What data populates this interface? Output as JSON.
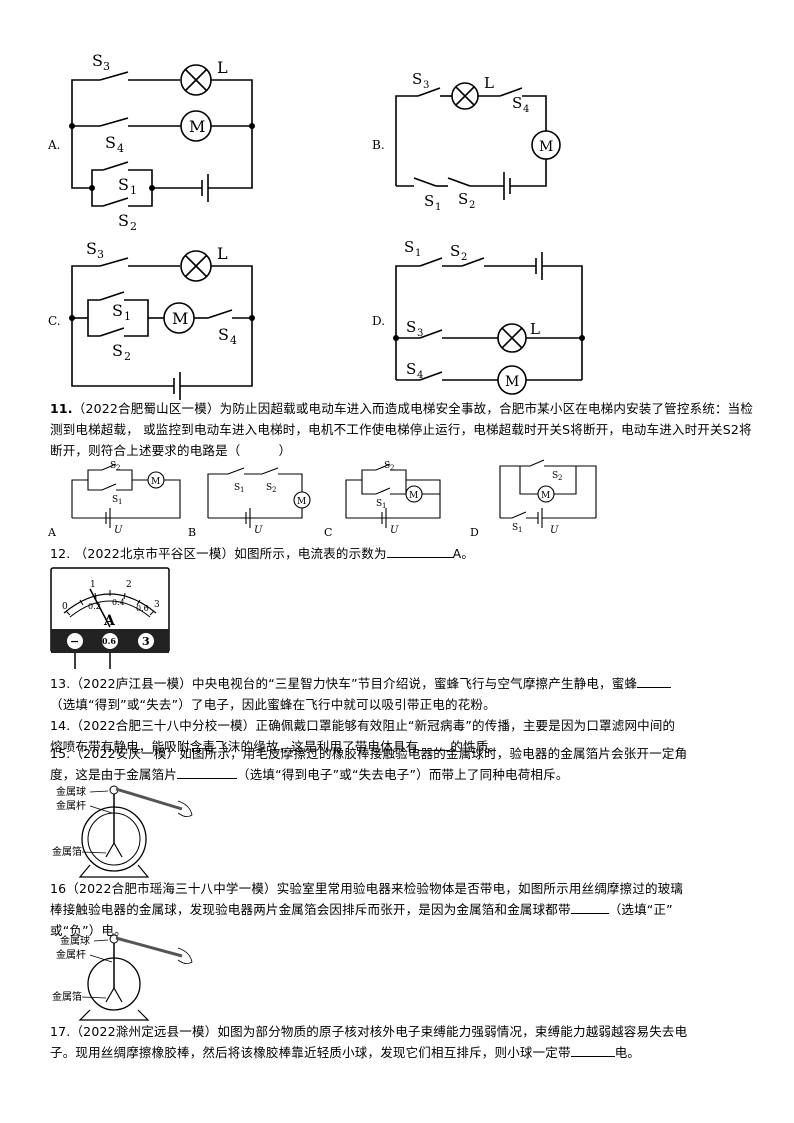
{
  "circuits_top": {
    "A": {
      "option": "A.",
      "labels": {
        "s3": "S",
        "s3sub": "3",
        "L": "L",
        "M": "M",
        "s4": "S",
        "s4sub": "4",
        "s1": "S",
        "s1sub": "1",
        "s2": "S",
        "s2sub": "2"
      }
    },
    "B": {
      "option": "B.",
      "labels": {
        "s3": "S",
        "s3sub": "3",
        "L": "L",
        "s4": "S",
        "s4sub": "4",
        "M": "M",
        "s1": "S",
        "s1sub": "1",
        "s2": "S",
        "s2sub": "2"
      }
    },
    "C": {
      "option": "C.",
      "labels": {
        "s3": "S",
        "s3sub": "3",
        "L": "L",
        "s1": "S",
        "s1sub": "1",
        "M": "M",
        "s4": "S",
        "s4sub": "4",
        "s2": "S",
        "s2sub": "2"
      }
    },
    "D": {
      "option": "D.",
      "labels": {
        "s1": "S",
        "s1sub": "1",
        "s2": "S",
        "s2sub": "2",
        "s3": "S",
        "s3sub": "3",
        "L": "L",
        "s4": "S",
        "s4sub": "4",
        "M": "M"
      }
    }
  },
  "q11": {
    "number": "11.",
    "text": "（2022合肥蜀山区一模）为防止因超载或电动车进入而造成电梯安全事故，合肥市某小区在电梯内安装了管控系统：当检测到电梯超载， 或监控到电动车进入电梯时，电机不工作使电梯停止运行，电梯超载时开关S将断开，电动车进入时开关S2将断开，则符合上述要求的电路是（　　　）",
    "options": [
      "A",
      "B",
      "C",
      "D"
    ],
    "labels": {
      "s1": "S",
      "s1sub": "1",
      "s2": "S",
      "s2sub": "2",
      "M": "M",
      "U": "U"
    }
  },
  "q12": {
    "text": "12. （2022北京市平谷区一模）如图所示，电流表的示数为",
    "unit": "A。",
    "meter": {
      "unit_label": "A",
      "scale_top": [
        "0",
        "1",
        "2",
        "3"
      ],
      "scale_bottom": [
        "0.2",
        "0.4",
        "0.6"
      ],
      "terminals": [
        "−",
        "0.6",
        "3"
      ]
    }
  },
  "q13": {
    "line1": "13.（2022庐江县一模）中央电视台的“三星智力快车”节目介绍说，蜜蜂飞行与空气摩擦产生静电，蜜蜂",
    "line2": "（选填“得到”或“失去”）了电子，因此蜜蜂在飞行中就可以吸引带正电的花粉。"
  },
  "q14": {
    "line1": "14.（2022合肥三十八中分校一模）正确佩戴口罩能够有效阻止“新冠病毒”的传播，主要是因为口罩滤网中间的",
    "line2a": "熔喷布带有静电，能吸附含毒飞沫的缘故，这是利用了带电体具有",
    "line2b": "的性质。"
  },
  "q15": {
    "line1": "15.（2022安庆一模）如图所示，用毛皮摩擦过的橡胶棒接触验电器的金属球时，验电器的金属箔片会张开一定角",
    "line2a": "度，这是由于金属箔片",
    "line2b": "（选填“得到电子”或“失去电子”）而带上了同种电荷相斥。",
    "labels": [
      "金属球",
      "金属杆",
      "金属箔"
    ]
  },
  "q16": {
    "line1": "16（2022合肥市瑶海三十八中学一模）实验室里常用验电器来检验物体是否带电，如图所示用丝绸摩擦过的玻璃",
    "line2a": "棒接触验电器的金属球，发现验电器两片金属箔会因排斥而张开，是因为金属箔和金属球都带",
    "line2b": "（选填“正”",
    "line3": "或“负”）电。",
    "labels": [
      "金属球",
      "金属杆",
      "金属箔"
    ]
  },
  "q17": {
    "line1": "17.（2022滁州定远县一模）如图为部分物质的原子核对核外电子束缚能力强弱情况，束缚能力越弱越容易失去电",
    "line2a": "子。现用丝绸摩擦橡胶棒，然后将该橡胶棒靠近轻质小球，发现它们相互排斥，则小球一定带",
    "line2b": "电。"
  }
}
